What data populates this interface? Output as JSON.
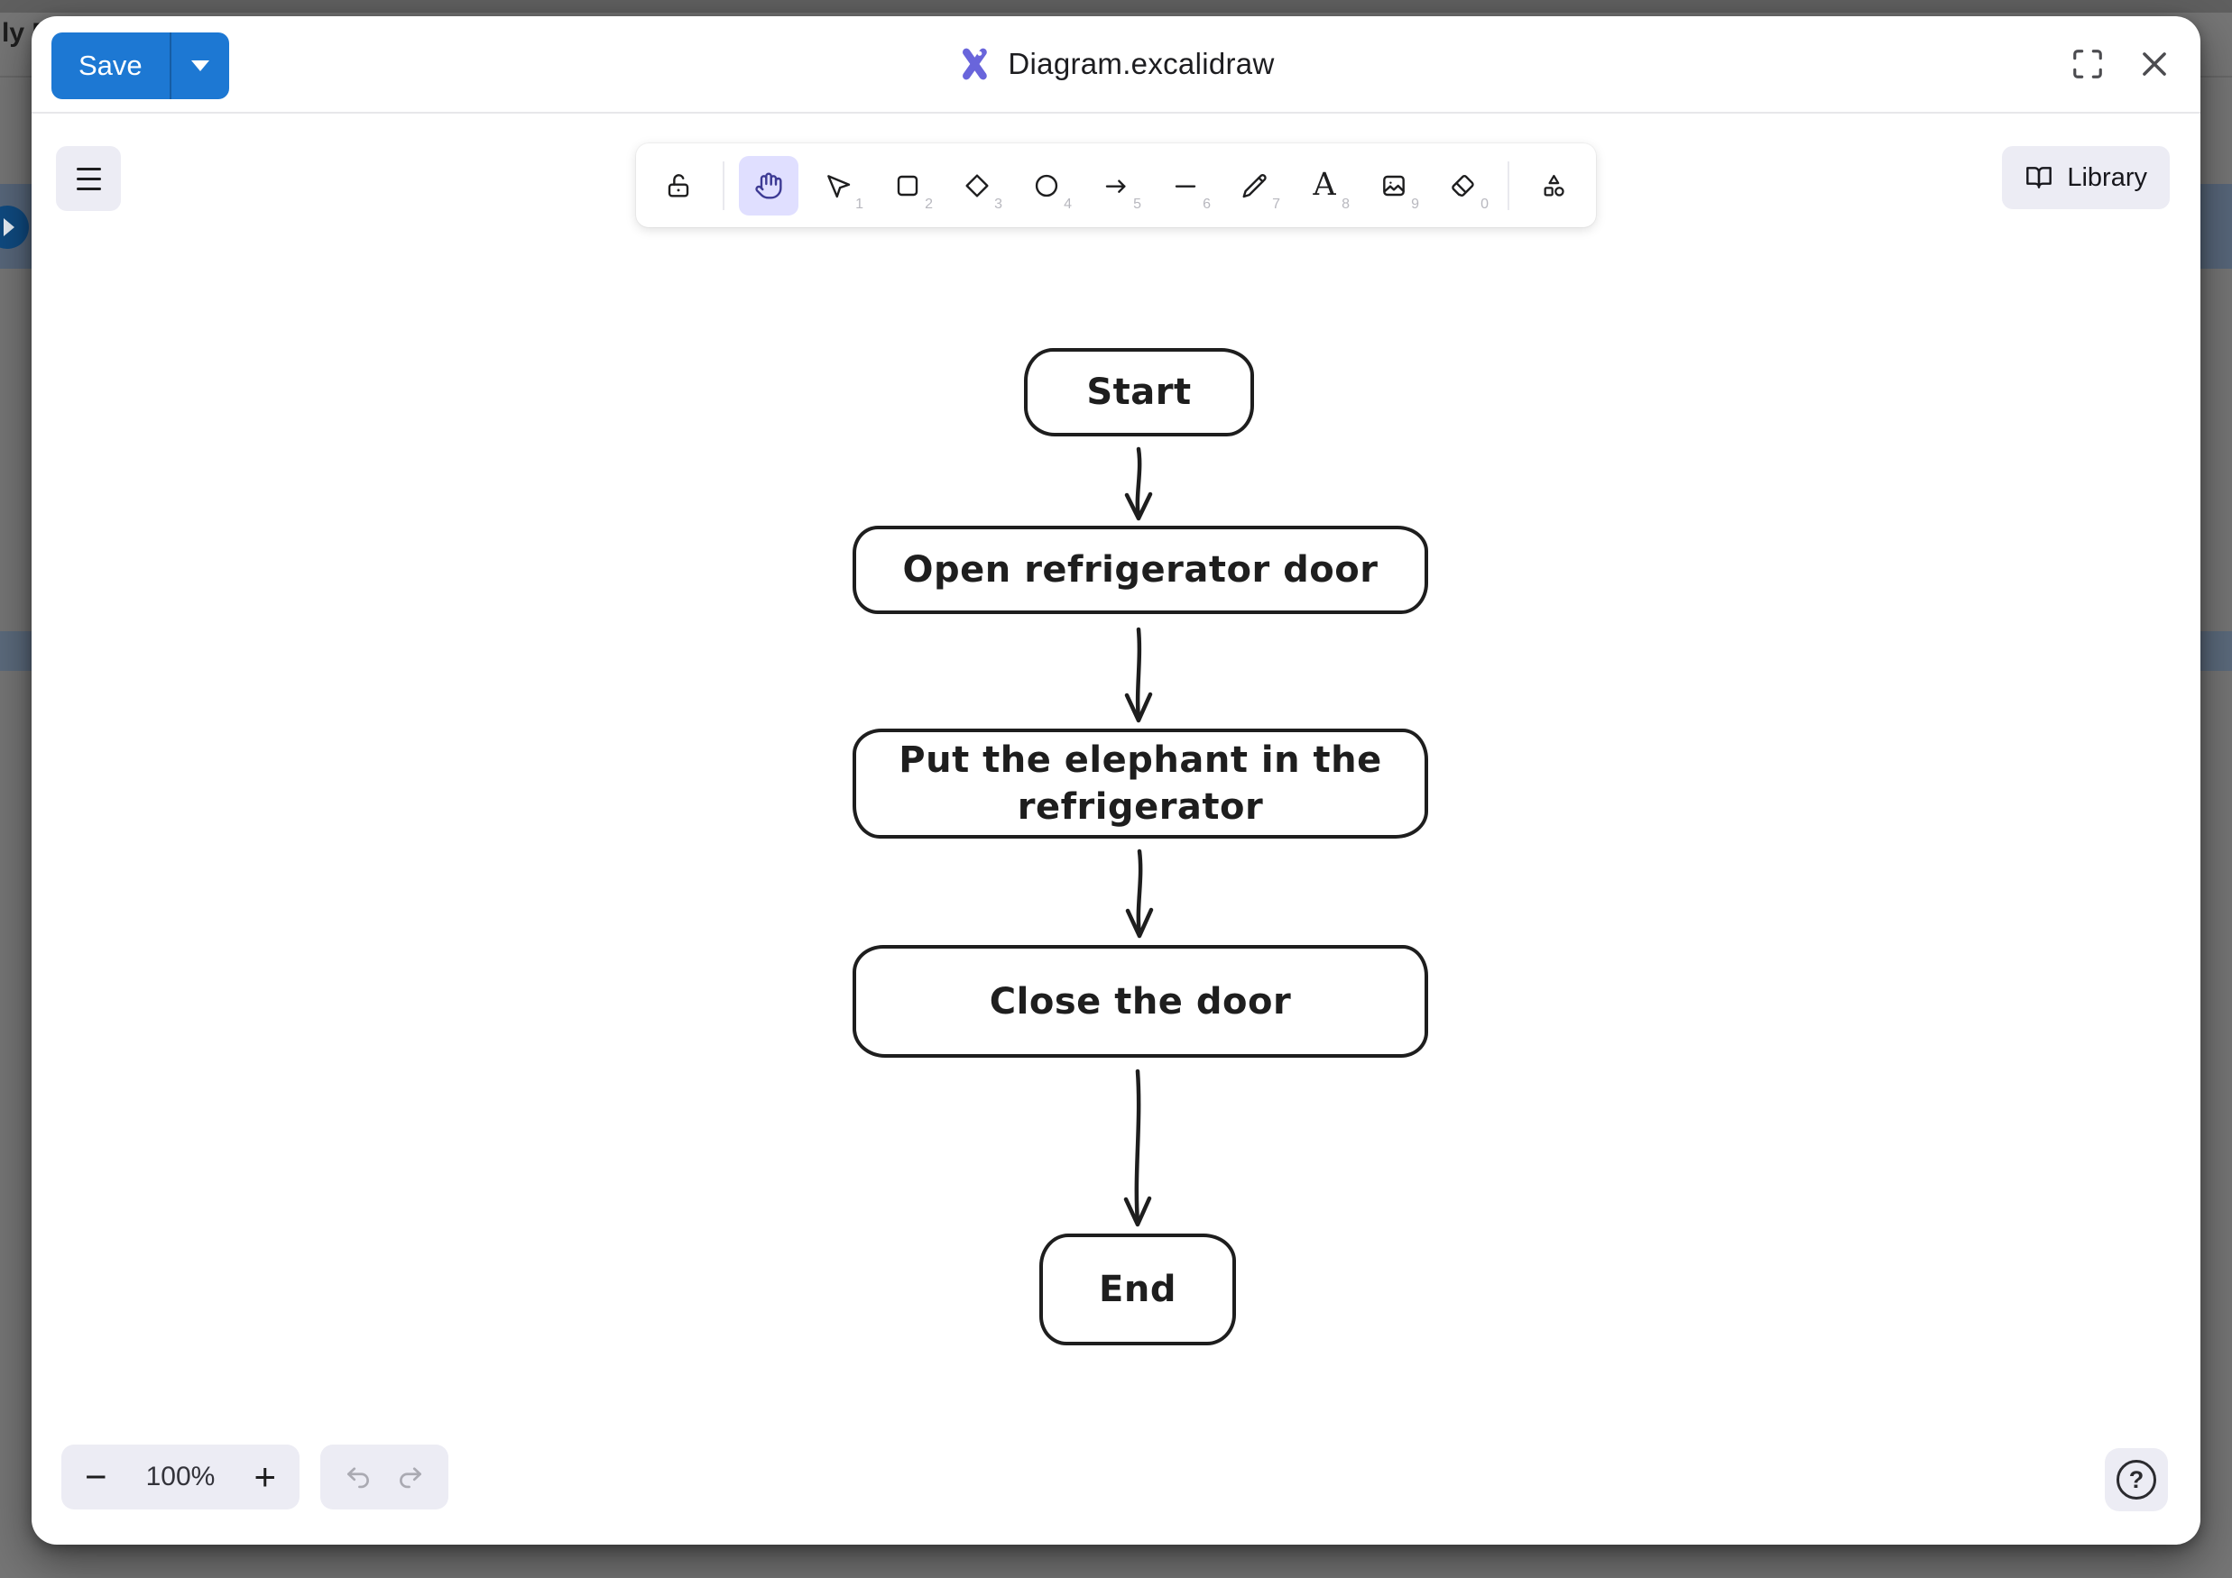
{
  "background": {
    "partial_text": "ly F"
  },
  "window": {
    "save_label": "Save",
    "title": "Diagram.excalidraw"
  },
  "toolbar": {
    "library_label": "Library",
    "text_tool_glyph": "A",
    "tools": [
      {
        "name": "lock",
        "key": "",
        "selected": false
      },
      {
        "name": "hand",
        "key": "",
        "selected": true
      },
      {
        "name": "selection",
        "key": "1",
        "selected": false
      },
      {
        "name": "rectangle",
        "key": "2",
        "selected": false
      },
      {
        "name": "diamond",
        "key": "3",
        "selected": false
      },
      {
        "name": "ellipse",
        "key": "4",
        "selected": false
      },
      {
        "name": "arrow",
        "key": "5",
        "selected": false
      },
      {
        "name": "line",
        "key": "6",
        "selected": false
      },
      {
        "name": "draw",
        "key": "7",
        "selected": false
      },
      {
        "name": "text",
        "key": "8",
        "selected": false
      },
      {
        "name": "image",
        "key": "9",
        "selected": false
      },
      {
        "name": "eraser",
        "key": "0",
        "selected": false
      },
      {
        "name": "more-tools",
        "key": "",
        "selected": false
      }
    ]
  },
  "flowchart": {
    "nodes": [
      {
        "id": "start",
        "label": "Start"
      },
      {
        "id": "open",
        "label": "Open refrigerator door"
      },
      {
        "id": "put",
        "label": "Put the elephant in the refrigerator"
      },
      {
        "id": "close",
        "label": "Close the door"
      },
      {
        "id": "end",
        "label": "End"
      }
    ],
    "edges": [
      {
        "from": "start",
        "to": "open"
      },
      {
        "from": "open",
        "to": "put"
      },
      {
        "from": "put",
        "to": "close"
      },
      {
        "from": "close",
        "to": "end"
      }
    ]
  },
  "footer": {
    "zoom_out": "−",
    "zoom_level": "100%",
    "zoom_in": "+",
    "help": "?"
  },
  "colors": {
    "accent_blue": "#1d78d3",
    "selected_tool_bg": "#e0dfff",
    "selected_tool_icon": "#3d3a94",
    "island_bg": "#ececf4",
    "stroke": "#1e1e1e"
  }
}
